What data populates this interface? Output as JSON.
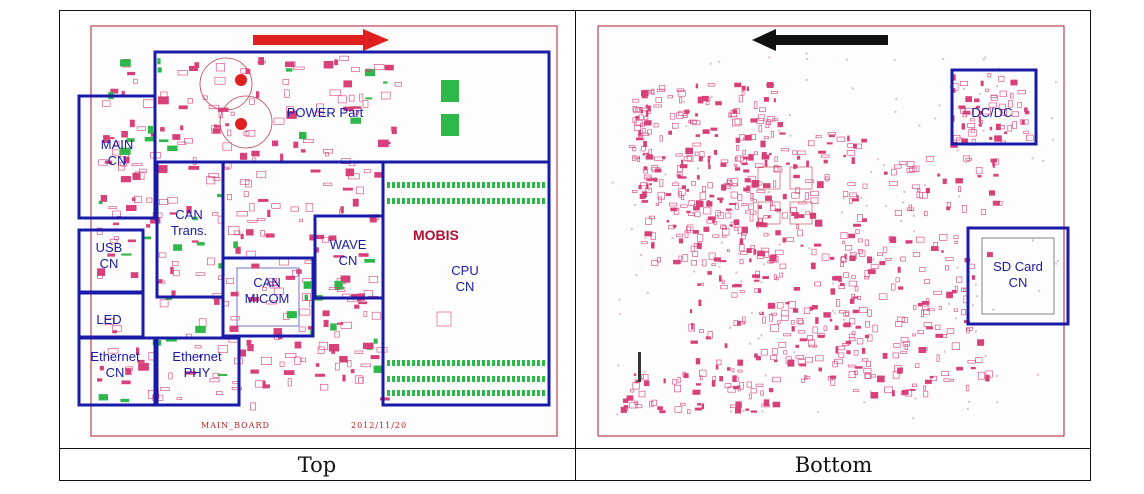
{
  "top_panel": {
    "caption": "Top",
    "blocks": [
      {
        "id": "power",
        "label": "POWER Part"
      },
      {
        "id": "main-cn",
        "label": "MAIN\nCN"
      },
      {
        "id": "can-trans",
        "label": "CAN\nTrans."
      },
      {
        "id": "usb-cn",
        "label": "USB\nCN"
      },
      {
        "id": "led",
        "label": "LED"
      },
      {
        "id": "ethernet-cn",
        "label": "Ethernet\nCN"
      },
      {
        "id": "ethernet-phy",
        "label": "Ethernet\nPHY"
      },
      {
        "id": "can-micom",
        "label": "CAN\nMICOM"
      },
      {
        "id": "wave-cn",
        "label": "WAVE\nCN"
      },
      {
        "id": "cpu-cn",
        "label": "CPU\nCN"
      }
    ],
    "logo_text": "MOBIS",
    "board_name": "MAIN_BOARD",
    "board_date": "2012/11/20",
    "arrow_direction": "right",
    "arrow_color": "#e02020"
  },
  "bottom_panel": {
    "caption": "Bottom",
    "blocks": [
      {
        "id": "dc-dc",
        "label": "DC/DC"
      },
      {
        "id": "sd-card-cn",
        "label": "SD Card\nCN"
      }
    ],
    "arrow_direction": "left",
    "arrow_color": "#111111"
  },
  "colors": {
    "block_outline": "#1a1aa8",
    "board_outline": "#c04050",
    "component_pink": "#d8407a",
    "component_green": "#2fb84a"
  }
}
